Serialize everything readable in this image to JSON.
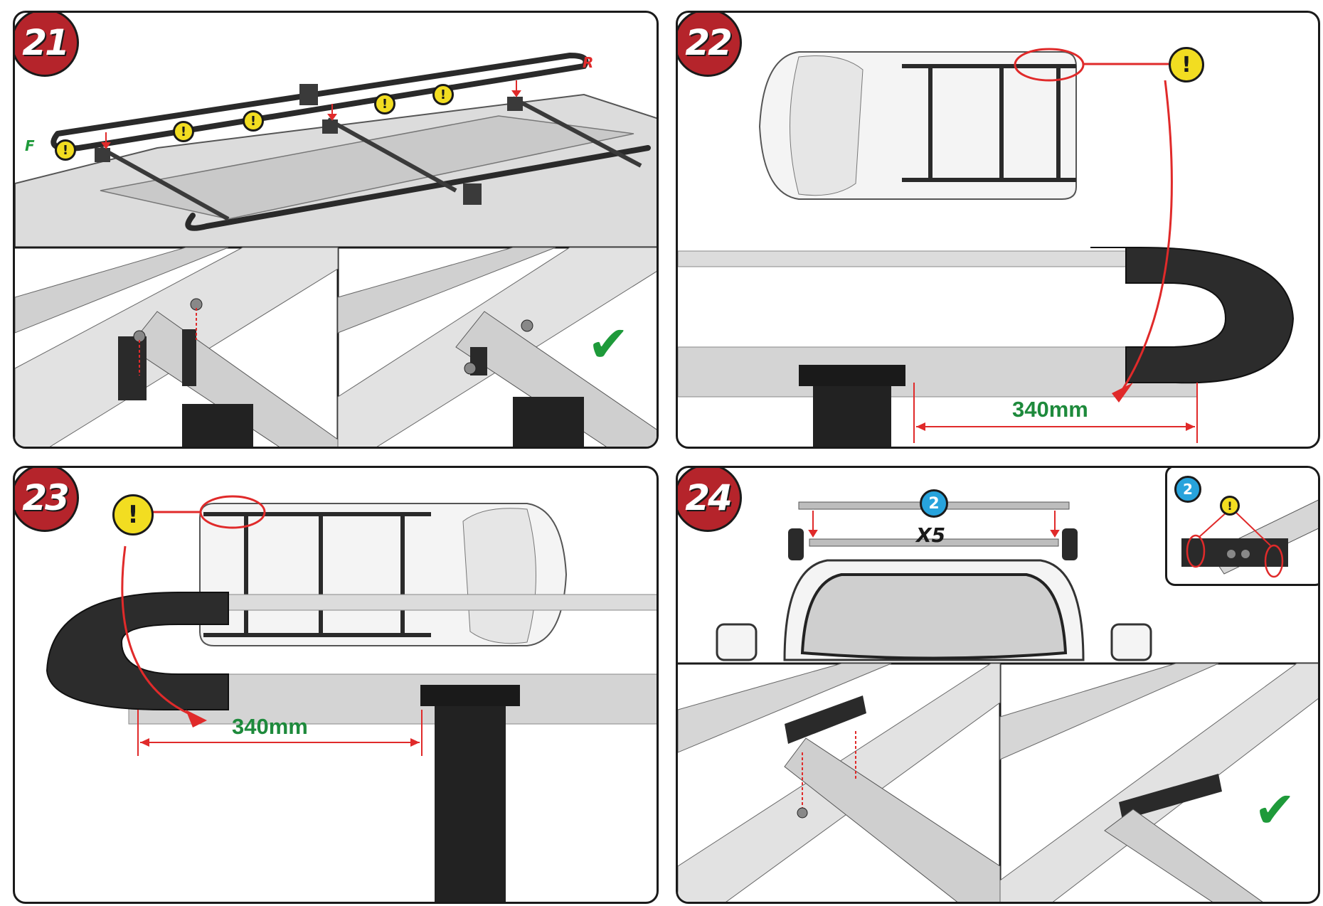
{
  "steps": [
    {
      "number": "21",
      "labels": {
        "front": "F",
        "rear": "R"
      }
    },
    {
      "number": "22",
      "measurement": "340mm"
    },
    {
      "number": "23",
      "measurement": "340mm"
    },
    {
      "number": "24",
      "part_number": "2",
      "quantity": "X5"
    }
  ],
  "icons": {
    "warning": "!",
    "check": "✔"
  },
  "colors": {
    "step_badge": "#b5242b",
    "warning": "#f2dd21",
    "part_badge": "#27a3dc",
    "measurement_text": "#1e8a3c",
    "arrow": "#e02a2a",
    "check": "#1e9a3a"
  }
}
